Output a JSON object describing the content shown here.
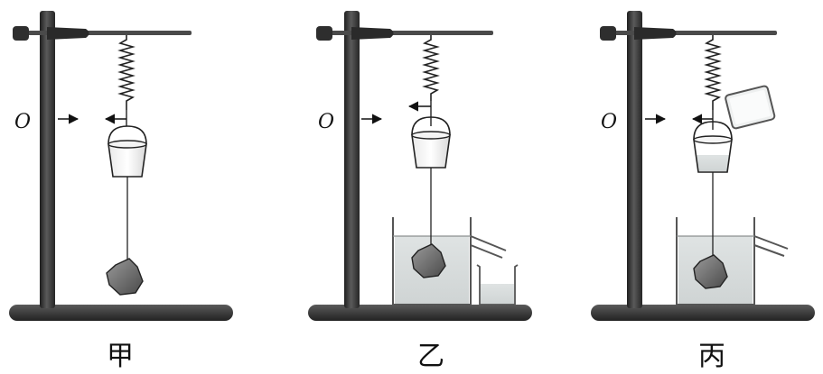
{
  "panels": [
    {
      "caption": "甲",
      "pointer_label": "O"
    },
    {
      "caption": "乙",
      "pointer_label": "O"
    },
    {
      "caption": "丙",
      "pointer_label": "O"
    }
  ],
  "colors": {
    "stand": "#3a3a3a",
    "water": "#d7dcdc",
    "glass": "#eef0f0",
    "stone": "#6e6e6e"
  }
}
